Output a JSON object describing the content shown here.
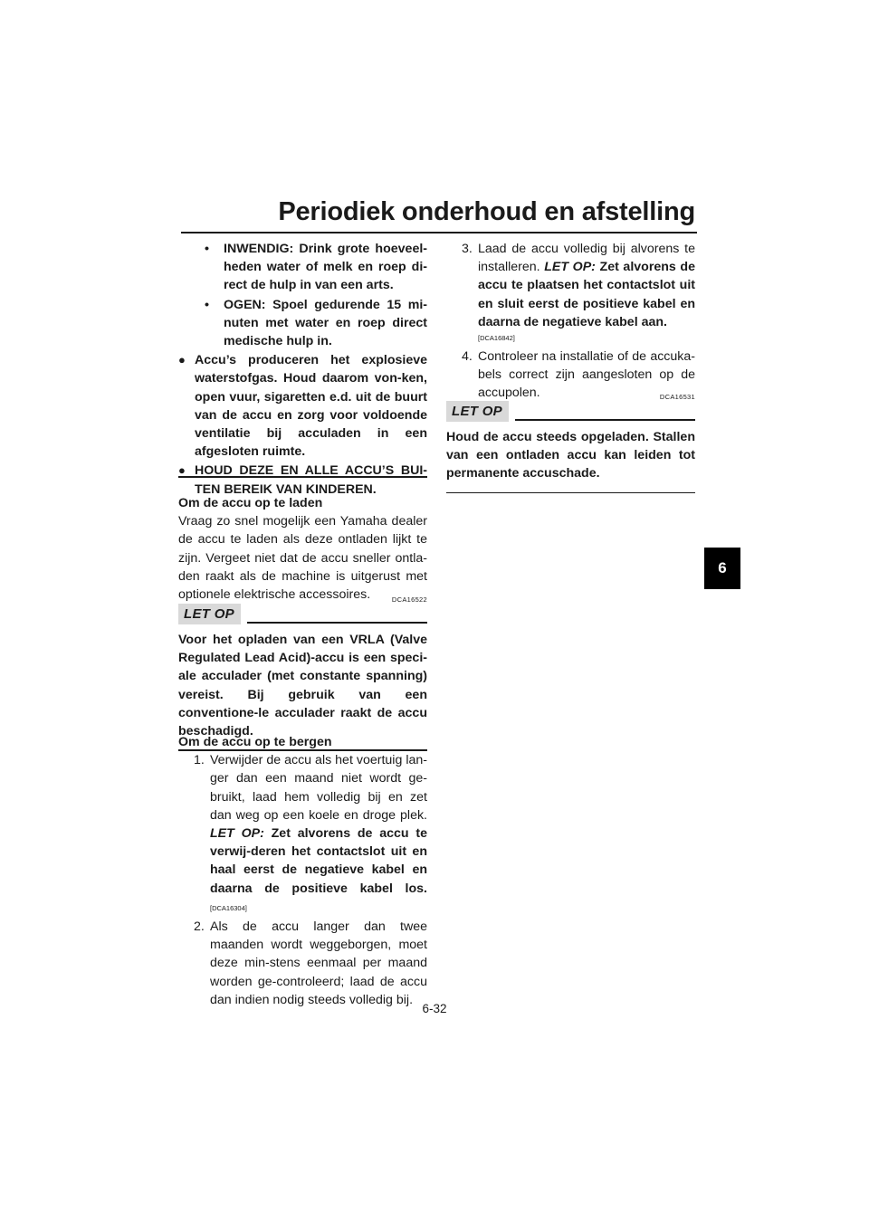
{
  "header": {
    "title": "Periodiek onderhoud en afstelling",
    "chapter": "6"
  },
  "left": {
    "bullet1": "INWENDIG: Drink grote hoeveel-heden water of melk en roep di-rect de hulp in van een arts.",
    "bullet2": "OGEN: Spoel gedurende 15 mi-nuten met water en roep direct medische hulp in.",
    "warn1": "Accu’s produceren het explosieve waterstofgas. Houd daarom von-ken, open vuur, sigaretten e.d. uit de buurt van de accu en zorg voor voldoende ventilatie bij acculaden in een afgesloten ruimte.",
    "warn2": "HOUD DEZE EN ALLE ACCU’S BUI-TEN BEREIK VAN KINDEREN.",
    "charge_heading": "Om de accu op te laden",
    "charge_text": "Vraag zo snel mogelijk een Yamaha dealer de accu te laden als deze ontladen lijkt te zijn. Vergeet niet dat de accu sneller ontla-den raakt als de machine is uitgerust met optionele elektrische accessoires.",
    "notice1_code": "DCA16522",
    "notice1_label": "LET OP",
    "notice1_text": "Voor het opladen van een VRLA (Valve Regulated Lead Acid)-accu is een speci-ale acculader (met constante spanning) vereist. Bij gebruik van een conventione-le acculader raakt de accu beschadigd.",
    "store_heading": "Om de accu op te bergen",
    "step1_num": "1.",
    "step1_text": "Verwijder de accu als het voertuig lan-ger dan een maand niet wordt ge-bruikt, laad hem volledig bij en zet dan weg op een koele en droge plek.",
    "step1_letop": "LET OP:",
    "step1_bold": "Zet alvorens de accu te verwij-deren het contactslot uit en haal eerst de negatieve kabel en daarna de positieve kabel los.",
    "step1_code": "[DCA16304]",
    "step2_num": "2.",
    "step2_text": "Als de accu langer dan twee maanden wordt weggeborgen, moet deze min-stens eenmaal per maand worden ge-controleerd; laad de accu dan indien nodig steeds volledig bij."
  },
  "right": {
    "step3_num": "3.",
    "step3_text": "Laad de accu volledig bij alvorens te installeren.",
    "step3_letop": "LET OP:",
    "step3_bold": "Zet alvorens de accu te plaatsen het contactslot uit en sluit eerst de positieve kabel en daarna de negatieve kabel aan.",
    "step3_code": "[DCA16842]",
    "step4_num": "4.",
    "step4_text": "Controleer na installatie of de accuka-bels correct zijn aangesloten op de accupolen.",
    "notice2_code": "DCA16531",
    "notice2_label": "LET OP",
    "notice2_text": "Houd de accu steeds opgeladen. Stallen van een ontladen accu kan leiden tot permanente accuschade."
  },
  "footer": {
    "page_number": "6-32"
  }
}
